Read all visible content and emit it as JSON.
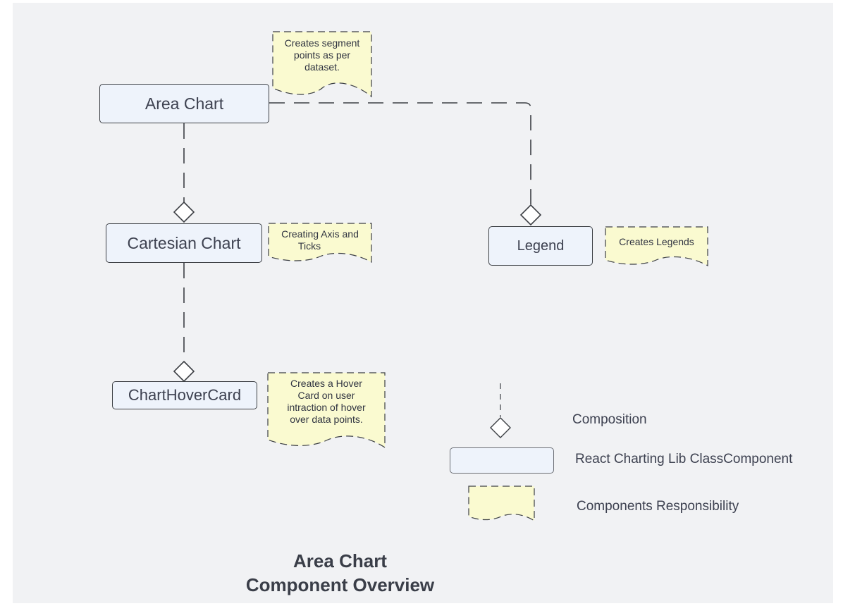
{
  "nodes": {
    "area_chart": "Area Chart",
    "cartesian_chart": "Cartesian Chart",
    "chart_hover_card": "ChartHoverCard",
    "legend": "Legend"
  },
  "notes": {
    "area_chart": [
      "Creates segment",
      "points as per",
      "dataset."
    ],
    "cartesian_chart": [
      "Creating Axis and",
      "Ticks"
    ],
    "legend": [
      "Creates Legends"
    ],
    "chart_hover_card": [
      "Creates a Hover",
      "Card on user",
      "intraction of hover",
      "over data points."
    ]
  },
  "key": {
    "composition": "Composition",
    "class_component": "React Charting Lib ClassComponent",
    "responsibility": "Components Responsibility"
  },
  "title": {
    "line1": "Area Chart",
    "line2": "Component Overview"
  },
  "colors": {
    "canvas": "#f1f2f4",
    "box_fill": "#eef3fb",
    "note_fill": "#fafad0",
    "stroke": "#3c3f44"
  }
}
